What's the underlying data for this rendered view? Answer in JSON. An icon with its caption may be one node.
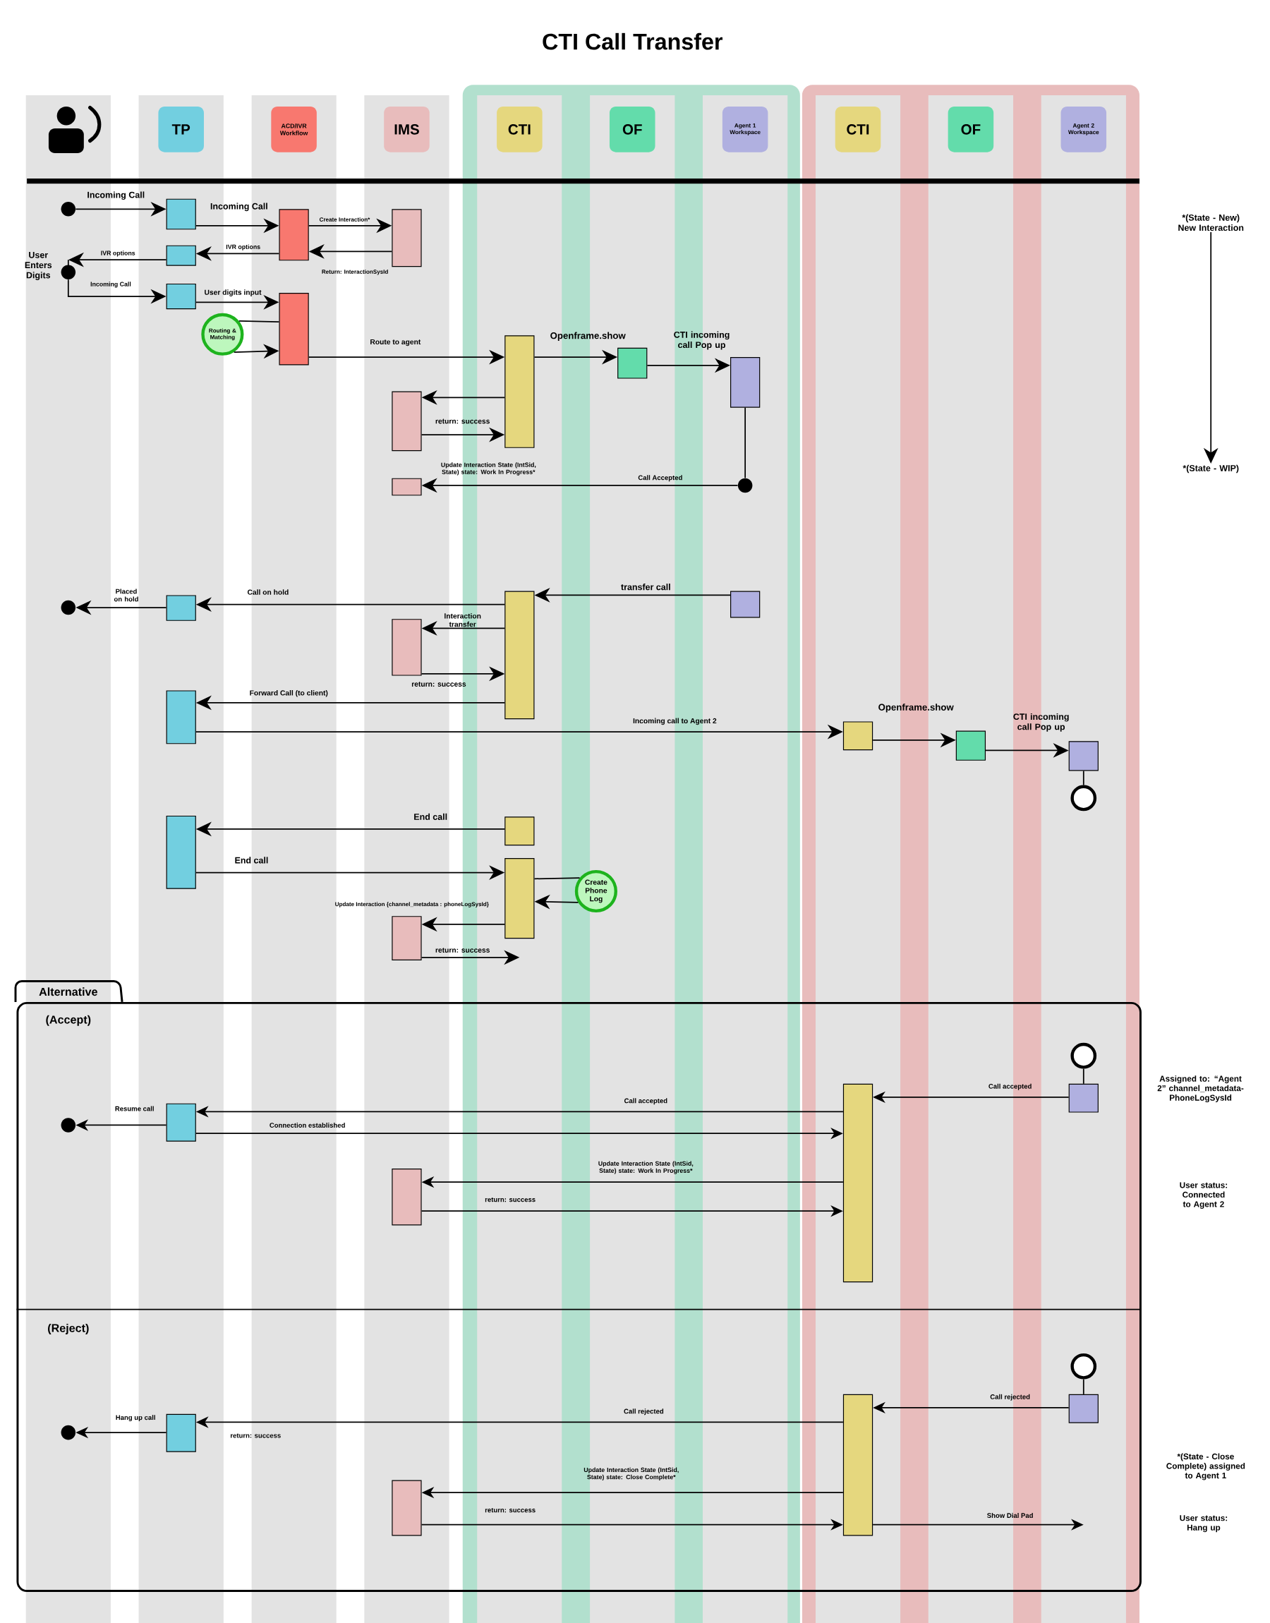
{
  "diagram": {
    "title": "CTI Call Transfer",
    "nodes": [
      {
        "text": [
          "TP"
        ]
      },
      {
        "text": [
          "ACD/IVR Workflow"
        ]
      },
      {
        "text": [
          "IMS"
        ]
      },
      {
        "text": [
          "CTI"
        ]
      },
      {
        "text": [
          "OF"
        ]
      },
      {
        "text": [
          "Agent 1 Workspace"
        ]
      },
      {
        "text": [
          "CTI"
        ]
      },
      {
        "text": [
          "OF"
        ]
      },
      {
        "text": [
          "Agent 2 Workspace"
        ]
      },
      {
        "text": [
          "*(State - New) New Interaction"
        ]
      },
      {
        "text": [],
        "shape": "dot"
      },
      {
        "text": [],
        "shape": "box"
      },
      {
        "text": [],
        "shape": "box"
      },
      {
        "text": [],
        "shape": "box"
      },
      {
        "text": [],
        "shape": "box"
      },
      {
        "text": [],
        "shape": "dot",
        "beside": [
          "User Enters Digits"
        ]
      },
      {
        "text": [],
        "shape": "box"
      },
      {
        "text": [],
        "shape": "box"
      },
      {
        "text": [
          "Routing & Matching"
        ]
      },
      {
        "text": [],
        "shape": "box"
      },
      {
        "text": [],
        "shape": "box"
      },
      {
        "text": [],
        "shape": "box"
      },
      {
        "text": [],
        "shape": "box"
      },
      {
        "text": [
          "*(State - WIP)"
        ]
      },
      {
        "text": [],
        "shape": "box"
      },
      {
        "text": [],
        "shape": "dot"
      },
      {
        "text": [],
        "shape": "box"
      },
      {
        "text": [],
        "shape": "box"
      },
      {
        "text": [],
        "shape": "box"
      },
      {
        "text": [],
        "shape": "dot"
      },
      {
        "text": [],
        "shape": "box"
      },
      {
        "text": [],
        "shape": "box"
      },
      {
        "text": [],
        "shape": "box"
      },
      {
        "text": [],
        "shape": "box"
      },
      {
        "text": [],
        "shape": "box"
      },
      {
        "text": [],
        "shape": "circle"
      },
      {
        "text": [],
        "shape": "box"
      },
      {
        "text": [],
        "shape": "box"
      },
      {
        "text": [],
        "shape": "box"
      },
      {
        "text": [
          "Create Phone Log"
        ]
      },
      {
        "text": [],
        "shape": "box"
      },
      {
        "text": [
          "Alternative"
        ]
      },
      {
        "text": [],
        "shape": "circle",
        "in": 41
      },
      {
        "text": [],
        "shape": "box",
        "in": 41
      },
      {
        "text": [],
        "shape": "box",
        "in": 41
      },
      {
        "text": [],
        "shape": "box",
        "in": 41
      },
      {
        "text": [],
        "shape": "dot",
        "in": 41
      },
      {
        "text": [],
        "shape": "box",
        "in": 41
      },
      {
        "text": [],
        "shape": "circle",
        "in": 41
      },
      {
        "text": [],
        "shape": "box",
        "in": 41
      },
      {
        "text": [],
        "shape": "box",
        "in": 41
      },
      {
        "text": [],
        "shape": "box",
        "in": 41
      },
      {
        "text": [],
        "shape": "dot",
        "in": 41
      },
      {
        "text": [],
        "shape": "box",
        "in": 41
      }
    ],
    "edges": [
      {
        "from": 10,
        "to": 11,
        "arrow": "to",
        "label": "Incoming Call"
      },
      {
        "from": 11,
        "to": 12,
        "arrow": "to",
        "label": "Incoming Call"
      },
      {
        "from": 12,
        "to": 13,
        "arrow": "to",
        "label": "Create Interaction*"
      },
      {
        "from": 13,
        "to": 12,
        "arrow": "to",
        "label": "Return: InteractionSysId"
      },
      {
        "from": 12,
        "to": 14,
        "arrow": "to",
        "label": "IVR options"
      },
      {
        "from": 14,
        "to": 15,
        "arrow": "to",
        "label": "IVR options"
      },
      {
        "from": 15,
        "to": 16,
        "arrow": "to",
        "label": "Incoming Call"
      },
      {
        "from": 16,
        "to": 17,
        "arrow": "to",
        "label": "User digits input"
      },
      {
        "from": 17,
        "to": 18,
        "arrow": "none"
      },
      {
        "from": 18,
        "to": 17,
        "arrow": "to"
      },
      {
        "from": 17,
        "to": 19,
        "arrow": "to",
        "label": "Route to agent"
      },
      {
        "from": 19,
        "to": 20,
        "arrow": "to",
        "label": "Openframe.show"
      },
      {
        "from": 20,
        "to": 21,
        "arrow": "to",
        "label": "CTI incoming call Pop up"
      },
      {
        "from": 19,
        "to": 22,
        "arrow": "to"
      },
      {
        "from": 22,
        "to": 19,
        "arrow": "to",
        "label": "return: success"
      },
      {
        "from": 9,
        "to": 23,
        "arrow": "to"
      },
      {
        "from": 21,
        "to": 25,
        "arrow": "none"
      },
      {
        "from": 25,
        "to": 24,
        "arrow": "to",
        "label": "Call Accepted"
      },
      {
        "from": 27,
        "to": 26,
        "arrow": "to",
        "label": "transfer call"
      },
      {
        "from": 26,
        "to": 28,
        "arrow": "to",
        "label": "Call on hold"
      },
      {
        "from": 28,
        "to": 29,
        "arrow": "to",
        "label": "Placed on hold"
      },
      {
        "from": 26,
        "to": 30,
        "arrow": "to",
        "label": "Interaction transfer"
      },
      {
        "from": 30,
        "to": 26,
        "arrow": "to",
        "label": "return: success"
      },
      {
        "from": 26,
        "to": 31,
        "arrow": "to",
        "label": "Forward Call (to client)"
      },
      {
        "from": 31,
        "to": 32,
        "arrow": "to",
        "label": "Incoming call to Agent 2"
      },
      {
        "from": 32,
        "to": 33,
        "arrow": "to",
        "label": "Openframe.show"
      },
      {
        "from": 33,
        "to": 34,
        "arrow": "to",
        "label": "CTI incoming call Pop up"
      },
      {
        "from": 34,
        "to": 35,
        "arrow": "none"
      },
      {
        "from": 37,
        "to": 36,
        "arrow": "to",
        "label": "End call"
      },
      {
        "from": 36,
        "to": 38,
        "arrow": "to",
        "label": "End call"
      },
      {
        "from": 38,
        "to": 39,
        "arrow": "none"
      },
      {
        "from": 39,
        "to": 38,
        "arrow": "to"
      },
      {
        "from": 38,
        "to": 40,
        "arrow": "to",
        "label": "Update Interaction {channel_metadata : phoneLogSysId}"
      },
      {
        "from": 40,
        "to": 38,
        "arrow": "to",
        "label": "return: success"
      },
      {
        "from": 42,
        "to": 44,
        "arrow": "none"
      },
      {
        "from": 44,
        "to": 43,
        "arrow": "to",
        "label": "Call accepted"
      },
      {
        "from": 43,
        "to": 45,
        "arrow": "to",
        "label": "Call accepted"
      },
      {
        "from": 45,
        "to": 46,
        "arrow": "to",
        "label": "Resume call"
      },
      {
        "from": 45,
        "to": 43,
        "arrow": "to",
        "label": "Connection established"
      },
      {
        "from": 43,
        "to": 47,
        "arrow": "to",
        "label": "Update Interaction State (IntSid, State) state: Work In Progress*"
      },
      {
        "from": 47,
        "to": 43,
        "arrow": "to",
        "label": "return: success"
      },
      {
        "from": 48,
        "to": 50,
        "arrow": "none"
      },
      {
        "from": 50,
        "to": 49,
        "arrow": "to",
        "label": "Call rejected"
      },
      {
        "from": 49,
        "to": 51,
        "arrow": "to",
        "label": "Call rejected"
      },
      {
        "from": 51,
        "to": 52,
        "arrow": "to",
        "label": "Hang up call"
      },
      {
        "from": 49,
        "to": 53,
        "arrow": "to",
        "label": "Update Interaction State (IntSid, State) state: Close Complete*"
      },
      {
        "from": 53,
        "to": 49,
        "arrow": "to",
        "label": "return: success"
      },
      {
        "from": 49,
        "to": null,
        "arrow": "to",
        "label": "Show Dial Pad"
      }
    ],
    "labels": [
      "Update Interaction State (IntSid, State) state: Work In Progress*",
      "(Accept)",
      "Assigned to: “Agent 2” channel_metadata-PhoneLogSysId",
      "User status: Connected to Agent 2",
      "(Reject)",
      "return: success",
      "*(State - Close Complete) assigned to Agent 1",
      "User status: Hang up"
    ]
  }
}
